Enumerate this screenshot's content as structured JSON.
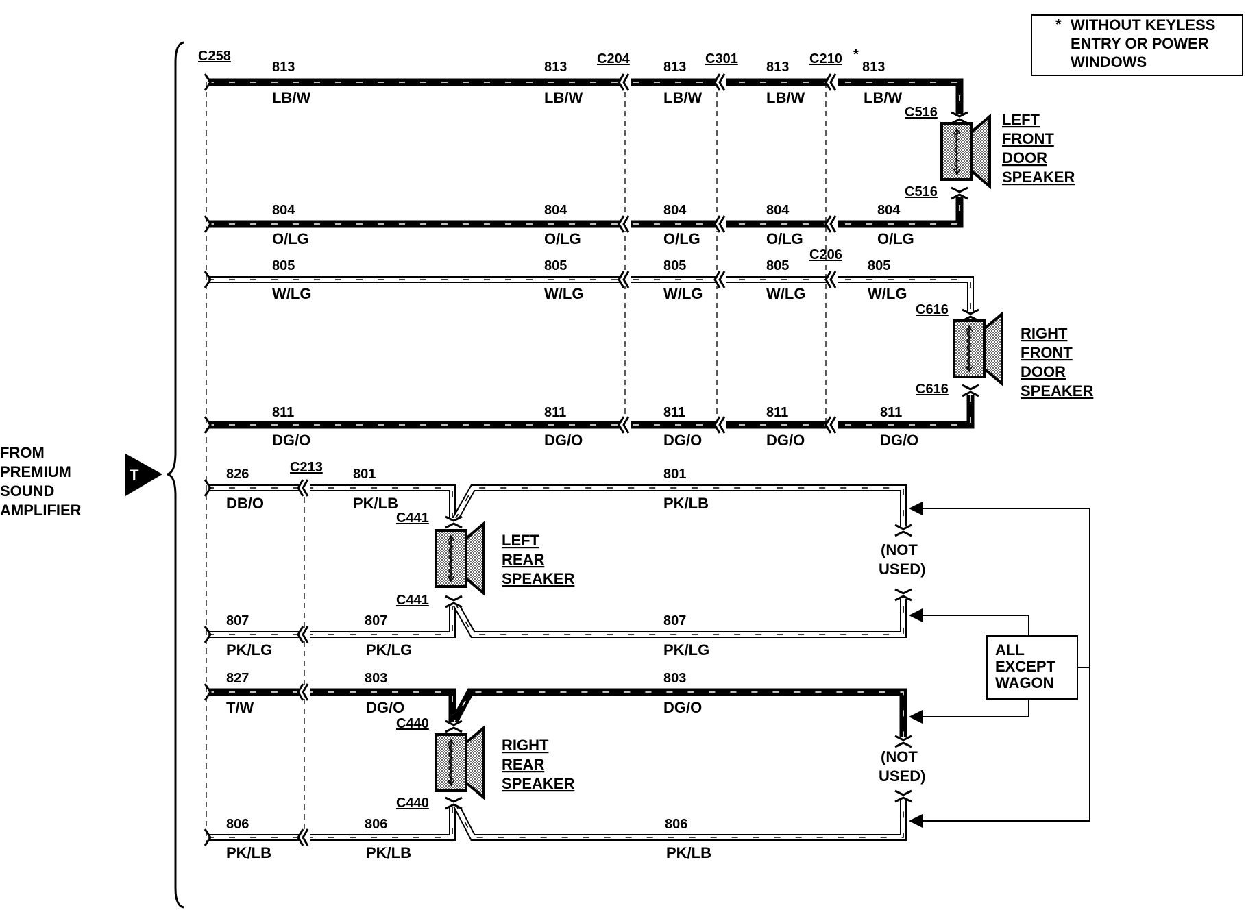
{
  "note": {
    "marker": "*",
    "lines": [
      "WITHOUT KEYLESS",
      "ENTRY OR POWER",
      "WINDOWS"
    ]
  },
  "source": {
    "lines": [
      "FROM",
      "PREMIUM",
      "SOUND",
      "AMPLIFIER"
    ],
    "tag": "T"
  },
  "connectors_top": {
    "c258": "C258",
    "c204": "C204",
    "c301": "C301",
    "c210": "C210",
    "c210_marker": "*",
    "c206": "C206",
    "c213": "C213"
  },
  "speakers": {
    "left_front": {
      "lines": [
        "LEFT",
        "FRONT",
        "DOOR",
        "SPEAKER"
      ],
      "conn_top": "C516",
      "conn_bottom": "C516"
    },
    "right_front": {
      "lines": [
        "RIGHT",
        "FRONT",
        "DOOR",
        "SPEAKER"
      ],
      "conn_top": "C616",
      "conn_bottom": "C616"
    },
    "left_rear": {
      "lines": [
        "LEFT",
        "REAR",
        "SPEAKER"
      ],
      "conn_top": "C441",
      "conn_bottom": "C441"
    },
    "right_rear": {
      "lines": [
        "RIGHT",
        "REAR",
        "SPEAKER"
      ],
      "conn_top": "C440",
      "conn_bottom": "C440"
    }
  },
  "wires": {
    "w813": {
      "circuit": "813",
      "color": "LB/W"
    },
    "w804": {
      "circuit": "804",
      "color": "O/LG"
    },
    "w805": {
      "circuit": "805",
      "color": "W/LG"
    },
    "w811": {
      "circuit": "811",
      "color": "DG/O"
    },
    "w826": {
      "circuit": "826",
      "color": "DB/O"
    },
    "w801": {
      "circuit": "801",
      "color": "PK/LB"
    },
    "w807": {
      "circuit": "807",
      "color": "PK/LG"
    },
    "w827": {
      "circuit": "827",
      "color": "T/W"
    },
    "w803": {
      "circuit": "803",
      "color": "DG/O"
    },
    "w806": {
      "circuit": "806",
      "color": "PK/LB"
    }
  },
  "not_used": {
    "line1": "(NOT",
    "line2": "USED)"
  },
  "all_except": {
    "lines": [
      "ALL",
      "EXCEPT",
      "WAGON"
    ]
  }
}
